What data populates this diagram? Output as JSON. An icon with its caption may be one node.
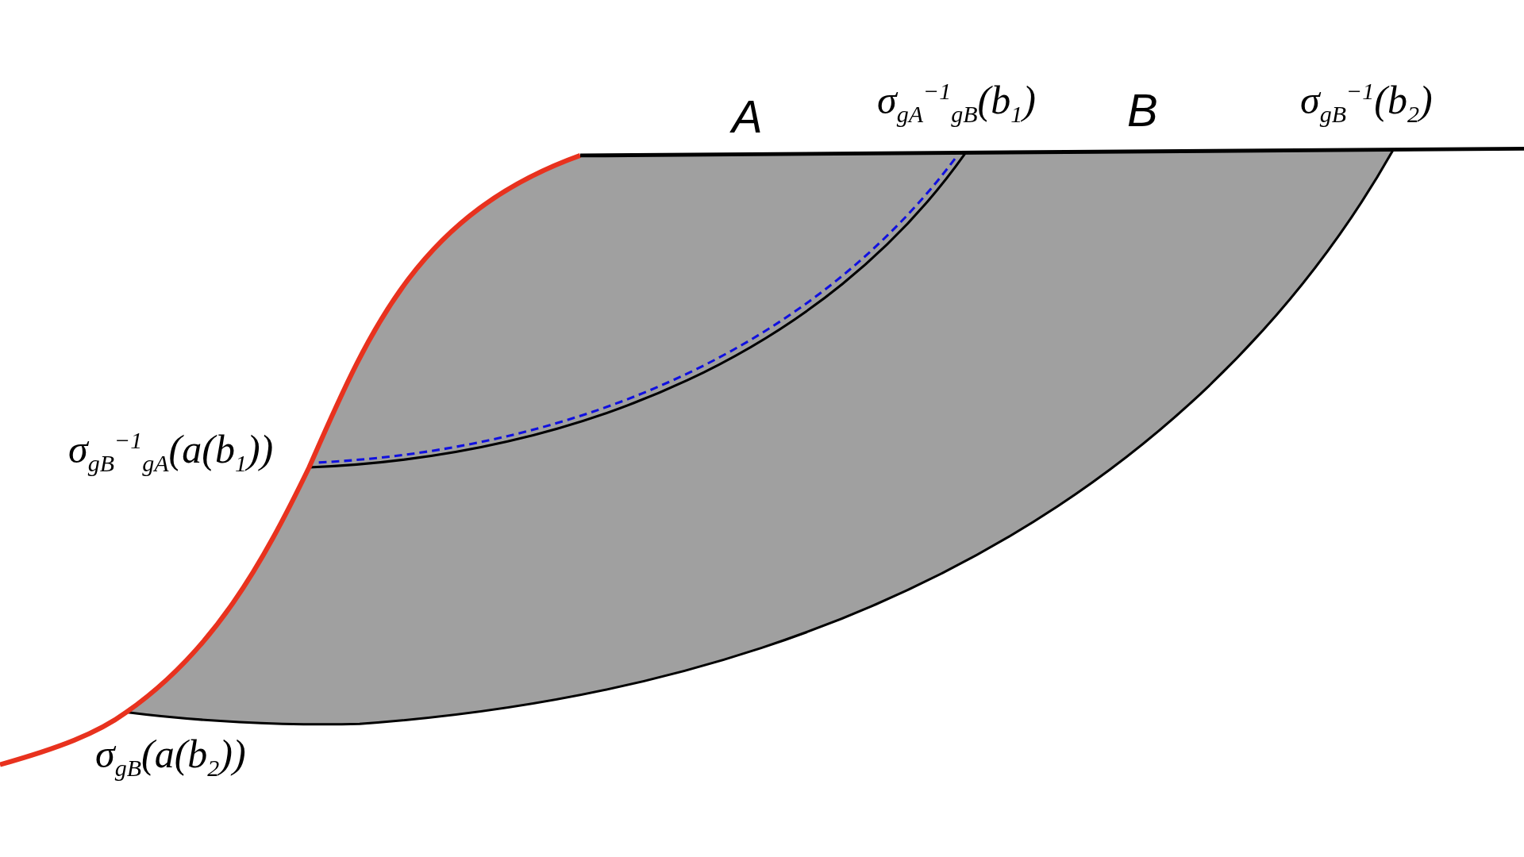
{
  "diagram": {
    "labels": [
      "A",
      "σ$_{g}$$_{A}$$^{−1}$$_{g}$$_{B}$(b$_{1}$)",
      "B",
      "σ$_{g}$$_{B}$$^{−1}$(b$_{2}$)",
      "σ$_{g}$$_{B}$$^{−1}$$_{g}$$_{A}$(a(b$_{1}$))",
      "σ$_{g}$$_{B}$(a(b$_{2}$))"
    ]
  }
}
